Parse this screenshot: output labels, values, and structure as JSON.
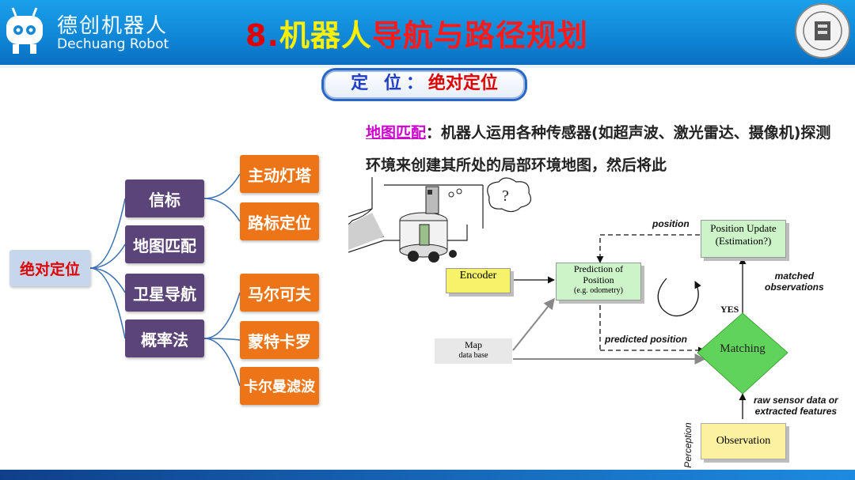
{
  "header": {
    "brand_cn": "德创机器人",
    "brand_en": "Dechuang Robot",
    "title_num": "8.",
    "title_part1": "机器人",
    "title_part2": "导航与路径规划",
    "mascot_icon": "robot-mascot-icon",
    "seal_icon": "school-seal-icon"
  },
  "subtitle": {
    "label": "定 位：",
    "value": "绝对定位"
  },
  "paragraph": {
    "keyword": "地图匹配",
    "text": "：机器人运用各种传感器(如超声波、激光雷达、摄像机)探测环境来创建其所处的局部环境地图，然后将此"
  },
  "tree": {
    "root": "绝对定位",
    "level1": [
      "信标",
      "地图匹配",
      "卫星导航",
      "概率法"
    ],
    "beacon_children": [
      "主动灯塔",
      "路标定位"
    ],
    "prob_children": [
      "马尔可夫",
      "蒙特卡罗",
      "卡尔曼滤波"
    ]
  },
  "diagram": {
    "encoder": "Encoder",
    "prediction": [
      "Prediction of",
      "Position",
      "(e.g. odometry)"
    ],
    "position_update": [
      "Position Update",
      "(Estimation?)"
    ],
    "map": [
      "Map",
      "data base"
    ],
    "matching": "Matching",
    "observation": "Observation",
    "label_position": "position",
    "label_matched": [
      "matched",
      "observations"
    ],
    "label_yes": "YES",
    "label_predicted": "predicted position",
    "label_raw": [
      "raw sensor data or",
      "extracted features"
    ],
    "label_perception": "Perception",
    "thought_bubble": "?"
  },
  "colors": {
    "header_blue": "#1187d8",
    "purple": "#5b4478",
    "orange": "#ee7418",
    "encoder_yellow": "#f6f36a",
    "prediction_green": "#cdf3c9",
    "matching_green": "#5fd35a",
    "observation_yellow": "#fbf1a0",
    "title_red": "#e00000",
    "title_yellow": "#ffef00"
  }
}
